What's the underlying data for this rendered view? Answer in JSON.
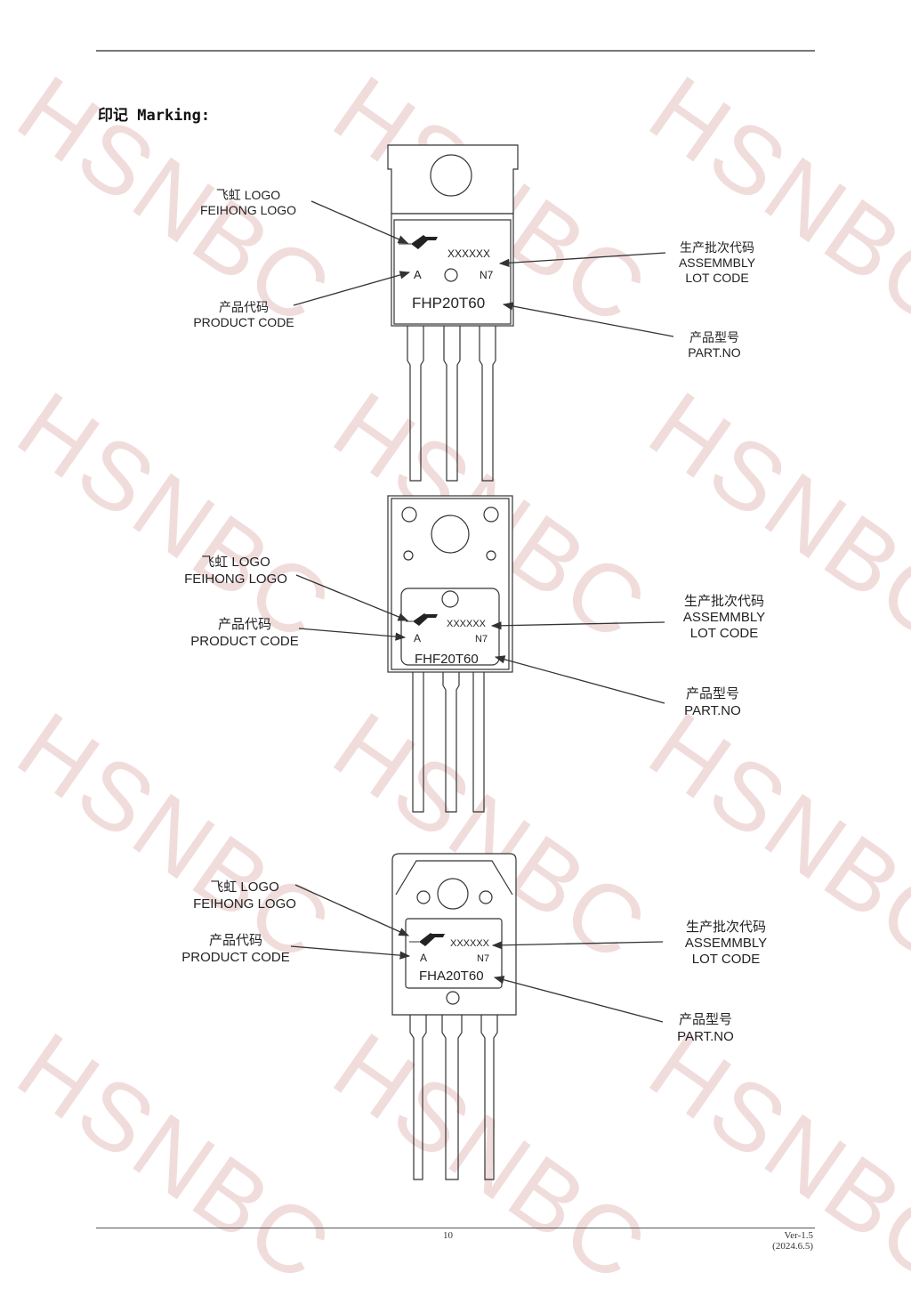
{
  "heading": "印记 Marking:",
  "watermark": "HSNBC",
  "footer": {
    "page_number": "10",
    "version": "Ver-1.5",
    "date": "(2024.6.5)"
  },
  "callouts": {
    "logo_cn": "飞虹 LOGO",
    "logo_en": "FEIHONG LOGO",
    "product_code_cn": "产品代码",
    "product_code_en": "PRODUCT CODE",
    "lot_cn": "生产批次代码",
    "lot_en1": "ASSEMMBLY",
    "lot_en2": "LOT CODE",
    "part_cn": "产品型号",
    "part_en": "PART.NO"
  },
  "packages": [
    {
      "lot_code": "XXXXXX",
      "product_code": "A",
      "suffix": "N7",
      "part_no": "FHP20T60"
    },
    {
      "lot_code": "XXXXXX",
      "product_code": "A",
      "suffix": "N7",
      "part_no": "FHF20T60"
    },
    {
      "lot_code": "XXXXXX",
      "product_code": "A",
      "suffix": "N7",
      "part_no": "FHA20T60"
    }
  ],
  "colors": {
    "watermark": "#f1dcdc",
    "line": "#333333"
  }
}
